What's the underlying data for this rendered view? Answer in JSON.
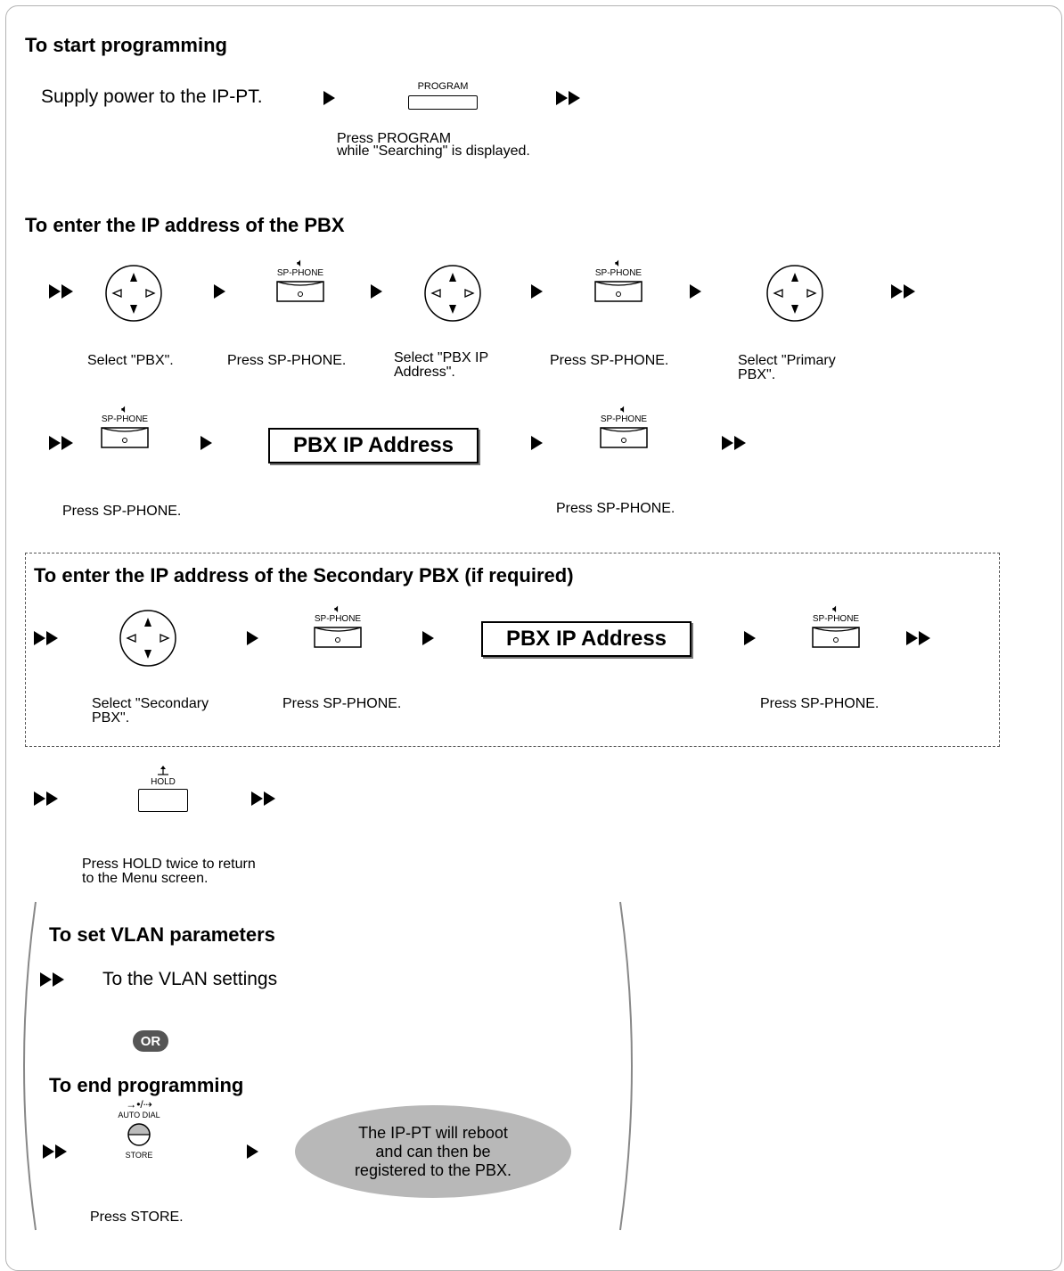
{
  "sections": {
    "start": {
      "heading": "To start programming",
      "supply_text": "Supply power to the IP-PT.",
      "program_key_label": "PROGRAM",
      "caption_line1": "Press PROGRAM",
      "caption_line2": "while \"Searching\" is displayed."
    },
    "primary": {
      "heading": "To enter the IP address of the PBX",
      "caption_select_pbx": "Select \"PBX\".",
      "caption_press_sp1": "Press SP-PHONE.",
      "caption_select_pbx_ip_1": "Select \"PBX IP",
      "caption_select_pbx_ip_2": "Address\".",
      "caption_press_sp2": "Press SP-PHONE.",
      "caption_select_primary_1": "Select \"Primary",
      "caption_select_primary_2": "PBX\".",
      "caption_press_sp3": "Press SP-PHONE.",
      "ip_box_label": "PBX IP Address",
      "caption_press_sp4": "Press SP-PHONE."
    },
    "secondary": {
      "heading": "To enter the IP address of the Secondary PBX (if required)",
      "caption_select_secondary_1": "Select \"Secondary",
      "caption_select_secondary_2": "PBX\".",
      "caption_press_sp1": "Press SP-PHONE.",
      "ip_box_label": "PBX IP Address",
      "caption_press_sp2": "Press SP-PHONE."
    },
    "hold": {
      "key_label": "HOLD",
      "caption_line1": "Press HOLD twice to return",
      "caption_line2": "to the Menu screen."
    },
    "vlan": {
      "heading": "To set VLAN parameters",
      "text": "To the VLAN settings",
      "or_label": "OR"
    },
    "end": {
      "heading": "To end programming",
      "auto_dial_label": "AUTO DIAL",
      "store_label": "STORE",
      "ellipse_line1": "The IP-PT will reboot",
      "ellipse_line2": "and can then be",
      "ellipse_line3": "registered to the PBX.",
      "caption": "Press STORE."
    }
  },
  "sp_phone_label": "SP-PHONE",
  "icons": {
    "navigator": "navigator-key-icon",
    "sp_phone": "sp-phone-key-icon",
    "hold": "hold-key-icon",
    "store": "auto-dial-store-key-icon",
    "arrow": "arrow-icon",
    "double_arrow": "double-arrow-icon"
  },
  "colors": {
    "ellipse_fill": "#b8b8b8",
    "or_badge_fill": "#555555",
    "frame_border": "#b3b3b3"
  }
}
